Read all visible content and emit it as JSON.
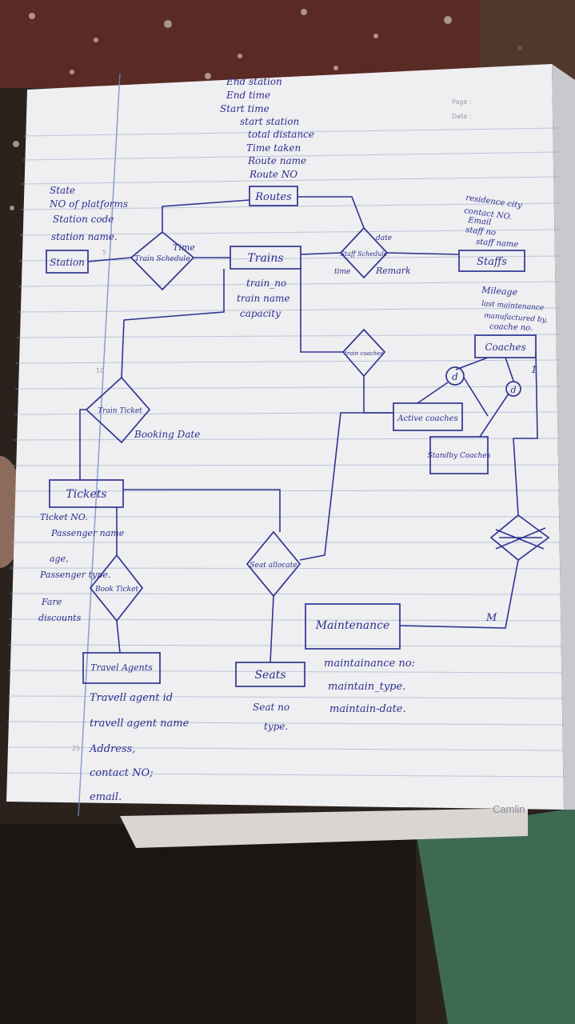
{
  "page_header": {
    "page_label": "Page :",
    "date_label": "Date :"
  },
  "brand": "Camlin",
  "entities": {
    "routes": "Routes",
    "station": "Station",
    "trains": "Trains",
    "staffs": "Staffs",
    "coaches": "Coaches",
    "active_coaches": "Active coaches",
    "standby_coaches": "Standby Coaches",
    "tickets": "Tickets",
    "travel_agents": "Travel Agents",
    "seats": "Seats",
    "maintenance": "Maintenance"
  },
  "relationships": {
    "train_schedule": "Train Schedule",
    "staff_schedule": "Staff Schedule",
    "train_coaches": "train coaches",
    "train_ticket": "Train Ticket",
    "book_ticket": "Book Ticket",
    "seat_allocate": "Seat allocate"
  },
  "attributes": {
    "routes": [
      "End station",
      "End time",
      "Start time",
      "start station",
      "total distance",
      "Time taken",
      "Route name",
      "Route NO"
    ],
    "station": [
      "State",
      "NO of platforms",
      "Station code",
      "station name."
    ],
    "train_schedule": [
      "Time"
    ],
    "staff_schedule": [
      "date",
      "time",
      "Remark"
    ],
    "staffs": [
      "residence city",
      "contact NO.",
      "Email",
      "staff no",
      "staff name"
    ],
    "trains": [
      "train_no",
      "train name",
      "capacity"
    ],
    "coaches": [
      "Mileage",
      "last maintenance",
      "manufactured by,",
      "coache no."
    ],
    "train_ticket": [
      "Booking Date"
    ],
    "tickets": [
      "Ticket NO.",
      "Passenger name",
      "age,",
      "Passenger type.",
      "Fare",
      "discounts"
    ],
    "travel_agents": [
      "Travell agent id",
      "travell agent name",
      "Address,",
      "contact NO;",
      "email."
    ],
    "seats": [
      "Seat no",
      "type."
    ],
    "maintenance": [
      "maintainance no:",
      "maintain_type.",
      "maintain-date."
    ]
  },
  "markers": {
    "disjoint_1": "d",
    "disjoint_2": "d",
    "card_one": "1",
    "card_many": "M",
    "margin_num_1": "5",
    "margin_num_2": "10",
    "margin_num_3": "25"
  }
}
